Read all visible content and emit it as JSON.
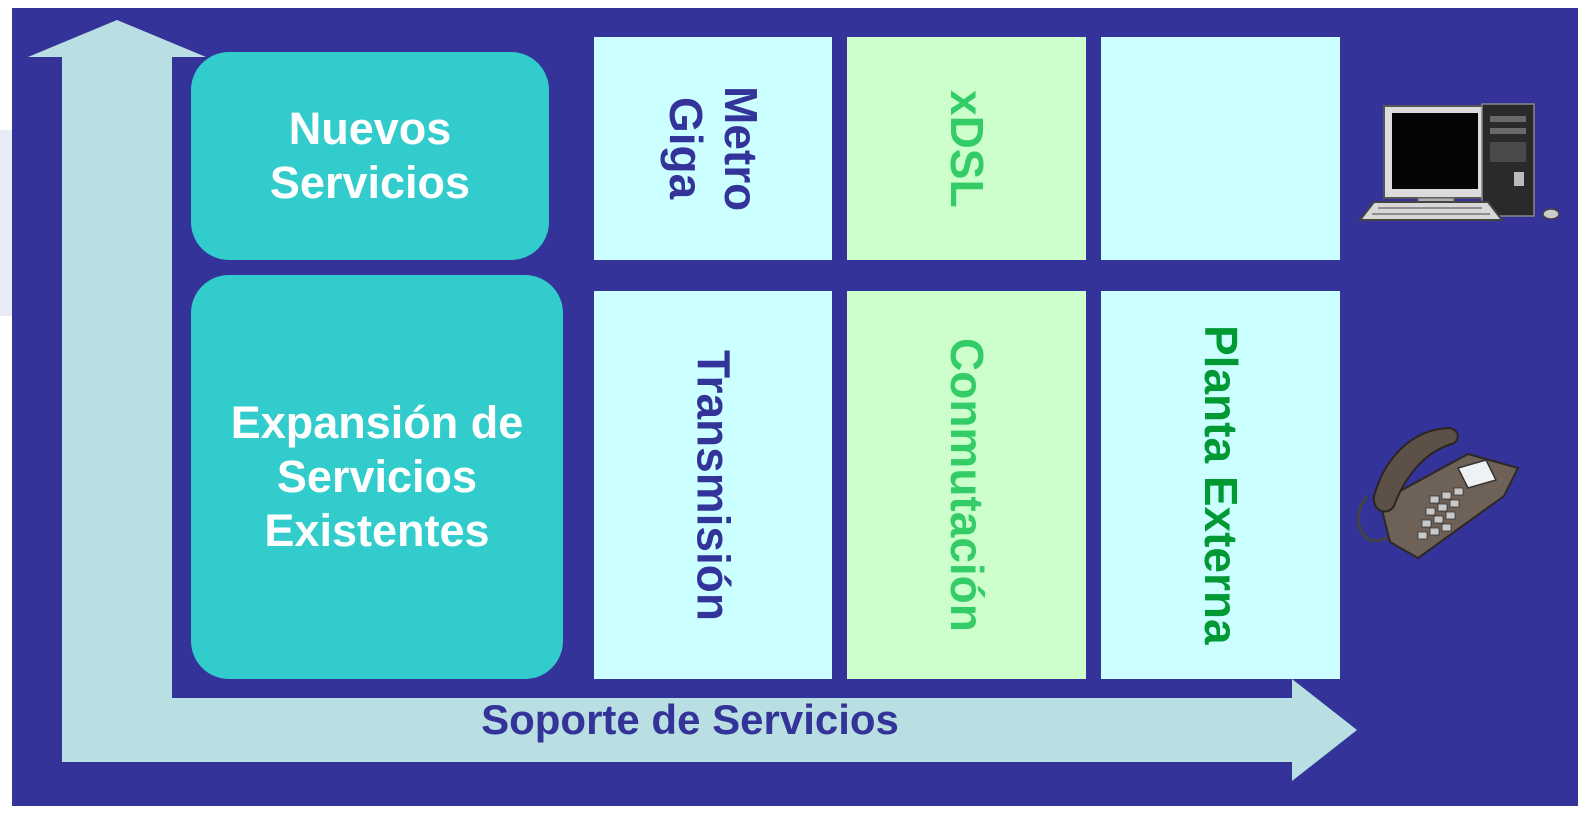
{
  "colors": {
    "background": "#333399",
    "arrow": "#b9dfe3",
    "service_block": "#33cccc",
    "column_cyan": "#ccffff",
    "column_green": "#ccffcc",
    "text_navy": "#333399",
    "text_light_green": "#33cc66",
    "text_dark_green": "#009933"
  },
  "blocks": {
    "new_services": "Nuevos\nServicios",
    "existing_services": "Expansión de\nServicios\nExistentes"
  },
  "columns": {
    "top": [
      "Metro\nGiga",
      "xDSL",
      ""
    ],
    "bottom": [
      "Transmisión",
      "Conmutación",
      "Planta Externa"
    ]
  },
  "axis": {
    "x_label": "Soporte de Servicios"
  },
  "icons": {
    "top_right": "computer-icon",
    "bottom_right": "telephone-icon"
  }
}
